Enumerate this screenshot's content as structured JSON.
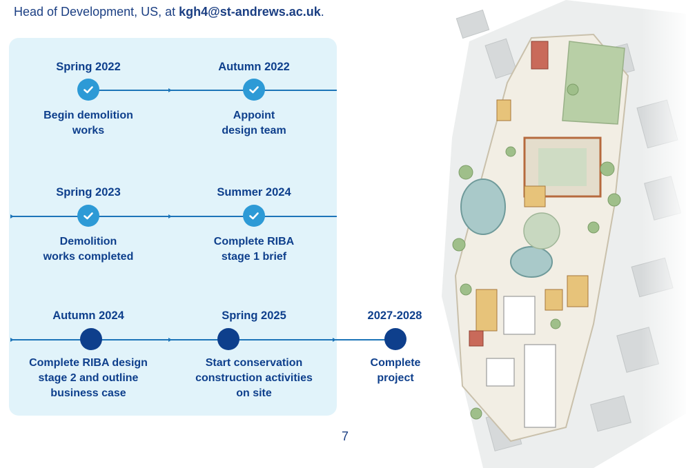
{
  "intro": {
    "text_before": "Head of Development, US, at ",
    "email": "kgh4@st-andrews.ac.uk",
    "text_after": "."
  },
  "timeline": {
    "milestones": [
      {
        "date": "Spring 2022",
        "lines": [
          "Begin demolition",
          "works"
        ],
        "status": "completed"
      },
      {
        "date": "Autumn 2022",
        "lines": [
          "Appoint",
          "design team"
        ],
        "status": "completed"
      },
      {
        "date": "Spring 2023",
        "lines": [
          "Demolition",
          "works completed"
        ],
        "status": "completed"
      },
      {
        "date": "Summer 2024",
        "lines": [
          "Complete RIBA",
          "stage 1 brief"
        ],
        "status": "completed"
      },
      {
        "date": "Autumn 2024",
        "lines": [
          "Complete RIBA design",
          "stage 2 and outline",
          "business case"
        ],
        "status": "upcoming"
      },
      {
        "date": "Spring 2025",
        "lines": [
          "Start conservation",
          "construction activities",
          "on site"
        ],
        "status": "upcoming"
      },
      {
        "date": "2027-2028",
        "lines": [
          "Complete",
          "project"
        ],
        "status": "upcoming"
      }
    ],
    "colors": {
      "completed": "#2d9ad6",
      "upcoming": "#0e3f8c",
      "panel": "#e1f3fa",
      "line": "#1c74b8",
      "text": "#0e3f8c"
    }
  },
  "page_number": "7"
}
